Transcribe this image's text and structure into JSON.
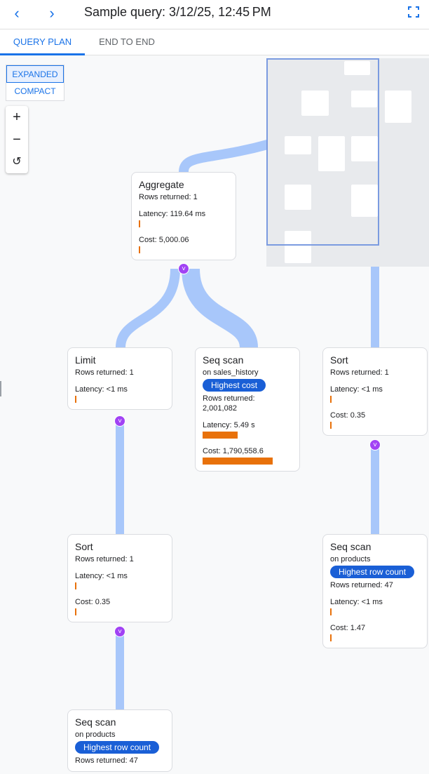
{
  "header": {
    "title": "Sample query: 3/12/25, 12:45 PM",
    "back_icon": "chevron-left-icon",
    "forward_icon": "chevron-right-icon",
    "fullscreen_icon": "fullscreen-icon"
  },
  "tabs": [
    {
      "label": "QUERY PLAN",
      "active": true
    },
    {
      "label": "END TO END",
      "active": false
    }
  ],
  "view_toggle": {
    "expanded": "EXPANDED",
    "compact": "COMPACT",
    "selected": "EXPANDED"
  },
  "zoom_controls": {
    "zoom_in": "+",
    "zoom_out": "−",
    "reset": "↺"
  },
  "colors": {
    "accent": "#1a73e8",
    "edge": "#a8c7fa",
    "bar": "#e8710a",
    "badge": "#1a5fd6",
    "expand": "#a142f4"
  },
  "nodes": [
    {
      "id": "aggregate",
      "name": "Aggregate",
      "lines": [
        "Rows returned: 1"
      ],
      "latency": "Latency: 119.64 ms",
      "latency_bar": 0.01,
      "cost": "Cost: 5,000.06",
      "cost_bar": 0.01
    },
    {
      "id": "limit",
      "name": "Limit",
      "lines": [
        "Rows returned: 1"
      ],
      "latency": "Latency: <1 ms",
      "latency_bar": 0.01
    },
    {
      "id": "seq-scan-sales-history",
      "name": "Seq scan",
      "on": "on sales_history",
      "badge": "Highest cost",
      "lines": [
        "Rows returned:",
        "2,001,082"
      ],
      "latency": "Latency: 5.49 s",
      "latency_bar": 0.5,
      "cost": "Cost: 1,790,558.6",
      "cost_bar": 1.0
    },
    {
      "id": "sort-right",
      "name": "Sort",
      "lines": [
        "Rows returned: 1"
      ],
      "latency": "Latency: <1 ms",
      "latency_bar": 0.01,
      "cost": "Cost: 0.35",
      "cost_bar": 0.01
    },
    {
      "id": "sort-left",
      "name": "Sort",
      "lines": [
        "Rows returned: 1"
      ],
      "latency": "Latency: <1 ms",
      "latency_bar": 0.01,
      "cost": "Cost: 0.35",
      "cost_bar": 0.01
    },
    {
      "id": "seq-scan-products-right",
      "name": "Seq scan",
      "on": "on products",
      "badge": "Highest row count",
      "lines": [
        "Rows returned: 47"
      ],
      "latency": "Latency: <1 ms",
      "latency_bar": 0.01,
      "cost": "Cost: 1.47",
      "cost_bar": 0.01
    },
    {
      "id": "seq-scan-products-bottom",
      "name": "Seq scan",
      "on": "on products",
      "badge": "Highest row count",
      "lines": [
        "Rows returned: 47"
      ]
    }
  ]
}
